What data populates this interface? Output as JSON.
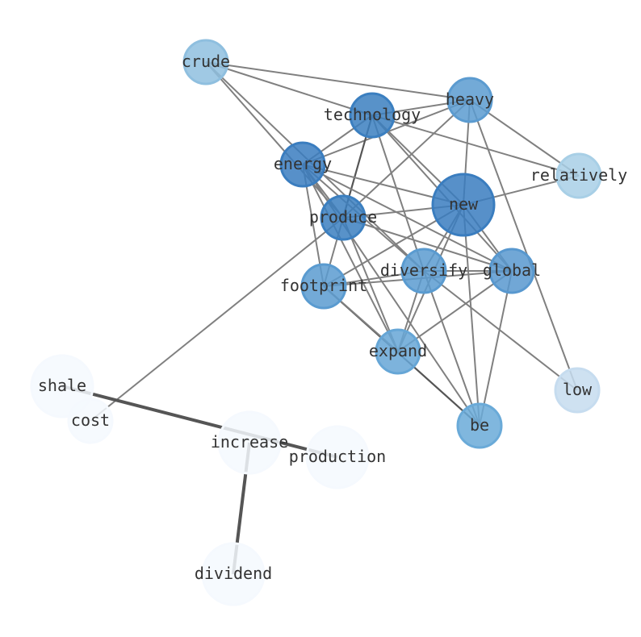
{
  "nodes": [
    {
      "id": "crude",
      "label": "crude",
      "color": "#8fbfdf"
    },
    {
      "id": "heavy",
      "label": "heavy",
      "color": "#5b9bd0"
    },
    {
      "id": "technology",
      "label": "technology",
      "color": "#3b7fc0"
    },
    {
      "id": "energy",
      "label": "energy",
      "color": "#3a7dbf"
    },
    {
      "id": "relatively",
      "label": "relatively",
      "color": "#a8cfe6"
    },
    {
      "id": "new",
      "label": "new",
      "color": "#3a7dbf"
    },
    {
      "id": "produce",
      "label": "produce",
      "color": "#3b7fc0"
    },
    {
      "id": "diversify",
      "label": "diversify",
      "color": "#5a9bd0"
    },
    {
      "id": "global",
      "label": "global",
      "color": "#5898cf"
    },
    {
      "id": "footprint",
      "label": "footprint",
      "color": "#5a9bd0"
    },
    {
      "id": "expand",
      "label": "expand",
      "color": "#66a6d6"
    },
    {
      "id": "low",
      "label": "low",
      "color": "#c6dcef"
    },
    {
      "id": "be",
      "label": "be",
      "color": "#6aaad8"
    },
    {
      "id": "shale",
      "label": "shale",
      "color": "#f5f9fe"
    },
    {
      "id": "cost",
      "label": "cost",
      "color": "#f5f9fe"
    },
    {
      "id": "increase",
      "label": "increase",
      "color": "#f5f9fe"
    },
    {
      "id": "production",
      "label": "production",
      "color": "#f5f9fe"
    },
    {
      "id": "dividend",
      "label": "dividend",
      "color": "#f5f9fe"
    }
  ],
  "edges": [
    [
      "crude",
      "heavy",
      1
    ],
    [
      "crude",
      "technology",
      1
    ],
    [
      "crude",
      "produce",
      1
    ],
    [
      "crude",
      "diversify",
      1
    ],
    [
      "heavy",
      "technology",
      1
    ],
    [
      "heavy",
      "energy",
      1
    ],
    [
      "heavy",
      "produce",
      1
    ],
    [
      "heavy",
      "new",
      1
    ],
    [
      "heavy",
      "relatively",
      1
    ],
    [
      "heavy",
      "low",
      1
    ],
    [
      "technology",
      "relatively",
      1
    ],
    [
      "technology",
      "energy",
      1
    ],
    [
      "technology",
      "produce",
      2
    ],
    [
      "technology",
      "diversify",
      1
    ],
    [
      "technology",
      "new",
      1
    ],
    [
      "technology",
      "global",
      1
    ],
    [
      "energy",
      "new",
      1
    ],
    [
      "energy",
      "produce",
      1
    ],
    [
      "energy",
      "diversify",
      1
    ],
    [
      "energy",
      "global",
      1
    ],
    [
      "energy",
      "footprint",
      1
    ],
    [
      "energy",
      "expand",
      1
    ],
    [
      "energy",
      "be",
      1
    ],
    [
      "produce",
      "new",
      1
    ],
    [
      "produce",
      "footprint",
      1
    ],
    [
      "produce",
      "expand",
      1
    ],
    [
      "produce",
      "cost",
      1
    ],
    [
      "produce",
      "global",
      1
    ],
    [
      "new",
      "relatively",
      1
    ],
    [
      "new",
      "footprint",
      1
    ],
    [
      "new",
      "diversify",
      1
    ],
    [
      "new",
      "expand",
      1
    ],
    [
      "new",
      "global",
      1
    ],
    [
      "new",
      "be",
      1
    ],
    [
      "diversify",
      "footprint",
      1
    ],
    [
      "diversify",
      "global",
      1
    ],
    [
      "diversify",
      "expand",
      1
    ],
    [
      "diversify",
      "be",
      1
    ],
    [
      "diversify",
      "low",
      1
    ],
    [
      "global",
      "footprint",
      1
    ],
    [
      "global",
      "expand",
      1
    ],
    [
      "global",
      "be",
      1
    ],
    [
      "footprint",
      "be",
      2
    ],
    [
      "footprint",
      "expand",
      1
    ],
    [
      "shale",
      "production",
      3
    ],
    [
      "increase",
      "dividend",
      3
    ]
  ]
}
